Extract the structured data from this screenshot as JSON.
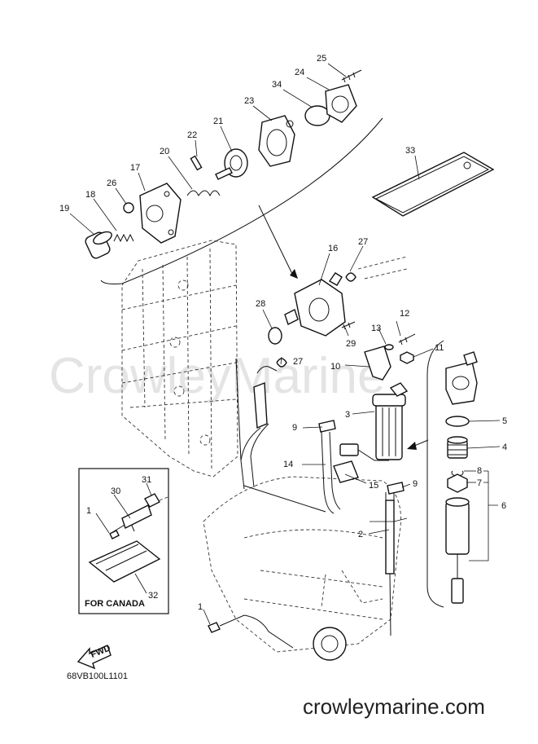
{
  "diagram": {
    "watermark": "CrowleyMarine",
    "site_footer": "crowleymarine.com",
    "drawing_code": "68VB100L1101",
    "canada_caption": "FOR CANADA",
    "fwd_label": "FWD",
    "callouts": {
      "p1a": "1",
      "p1b": "1",
      "p2": "2",
      "p3": "3",
      "p4": "4",
      "p5": "5",
      "p6": "6",
      "p7": "7",
      "p8": "8",
      "p9a": "9",
      "p9b": "9",
      "p10": "10",
      "p11": "11",
      "p12": "12",
      "p13": "13",
      "p14": "14",
      "p15": "15",
      "p16": "16",
      "p17": "17",
      "p18": "18",
      "p19": "19",
      "p20": "20",
      "p21": "21",
      "p22": "22",
      "p23": "23",
      "p24": "24",
      "p25": "25",
      "p26": "26",
      "p27a": "27",
      "p27b": "27",
      "p28": "28",
      "p29": "29",
      "p30": "30",
      "p31": "31",
      "p32": "32",
      "p33": "33",
      "p34": "34"
    }
  }
}
